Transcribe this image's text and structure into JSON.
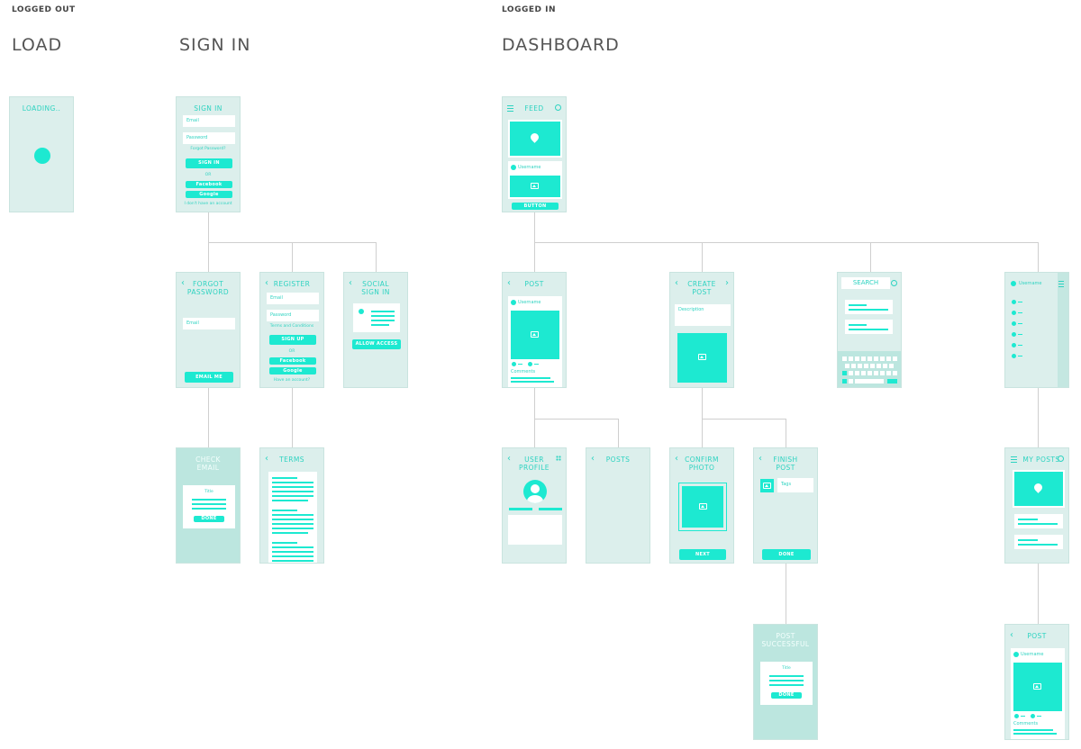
{
  "sections": {
    "logged_out": "LOGGED OUT",
    "logged_in": "LOGGED IN",
    "load": "LOAD",
    "sign_in": "SIGN IN",
    "dashboard": "DASHBOARD"
  },
  "load": {
    "title": "LOADING.."
  },
  "signin": {
    "title": "SIGN IN",
    "email_placeholder": "Email",
    "password_placeholder": "Password",
    "forgot": "Forgot Password?",
    "button": "SIGN IN",
    "or": "OR",
    "facebook": "Facebook",
    "google": "Google",
    "no_account": "I don't have an account"
  },
  "forgot": {
    "title": "FORGOT\nPASSWORD",
    "email_placeholder": "Email",
    "button": "EMAIL ME"
  },
  "register": {
    "title": "REGISTER",
    "email_placeholder": "Email",
    "password_placeholder": "Password",
    "terms": "Terms and Conditions",
    "button": "SIGN UP",
    "or": "OR",
    "facebook": "Facebook",
    "google": "Google",
    "have_account": "Have an account?"
  },
  "social": {
    "title": "SOCIAL\nSIGN IN",
    "button": "ALLOW ACCESS"
  },
  "check_email": {
    "title": "CHECK\nEMAIL",
    "card_title": "Title",
    "button": "DONE"
  },
  "terms": {
    "title": "TERMS"
  },
  "feed": {
    "title": "FEED",
    "username": "Username",
    "button": "BUTTON"
  },
  "post": {
    "title": "POST",
    "username": "Username",
    "comments": "Comments"
  },
  "create_post": {
    "title": "CREATE\nPOST",
    "description": "Description"
  },
  "search": {
    "title": "SEARCH"
  },
  "menu": {
    "username": "Username"
  },
  "user_profile": {
    "title": "USER\nPROFILE"
  },
  "posts": {
    "title": "POSTS"
  },
  "confirm_photo": {
    "title": "CONFIRM\nPHOTO",
    "button": "NEXT"
  },
  "finish_post": {
    "title": "FINISH\nPOST",
    "tags": "Tags",
    "button": "DONE"
  },
  "my_posts": {
    "title": "MY POSTS"
  },
  "post_successful": {
    "title": "POST\nSUCCESSFUL",
    "card_title": "Title",
    "button": "DONE"
  },
  "post2": {
    "title": "POST",
    "username": "Username",
    "comments": "Comments"
  },
  "colors": {
    "accent": "#1de9d1",
    "screen_bg": "#dcefec",
    "screen_dark": "#bce6df",
    "text": "#2ed3c1"
  }
}
